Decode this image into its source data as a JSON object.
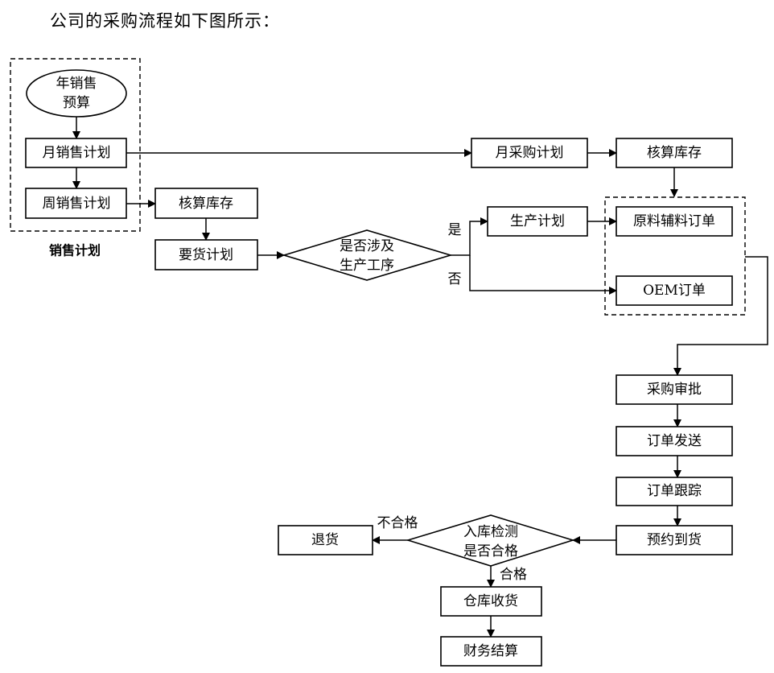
{
  "heading": "公司的采购流程如下图所示：",
  "group_label": "销售计划",
  "nodes": {
    "annual_budget": [
      "年销售",
      "预算"
    ],
    "monthly_sales_plan": "月销售计划",
    "weekly_sales_plan": "周销售计划",
    "inventory_check_1": "核算库存",
    "requisition_plan": "要货计划",
    "production_decision": [
      "是否涉及",
      "生产工序"
    ],
    "monthly_purchase_plan": "月采购计划",
    "inventory_check_2": "核算库存",
    "production_plan": "生产计划",
    "raw_material_order": "原料辅料订单",
    "oem_order": "OEM订单",
    "purchase_approval": "采购审批",
    "order_send": "订单发送",
    "order_tracking": "订单跟踪",
    "scheduled_arrival": "预约到货",
    "inspection_decision": [
      "入库检测",
      "是否合格"
    ],
    "return_goods": "退货",
    "warehouse_receipt": "仓库收货",
    "financial_settlement": "财务结算"
  },
  "edge_labels": {
    "yes": "是",
    "no": "否",
    "fail": "不合格",
    "pass": "合格"
  }
}
